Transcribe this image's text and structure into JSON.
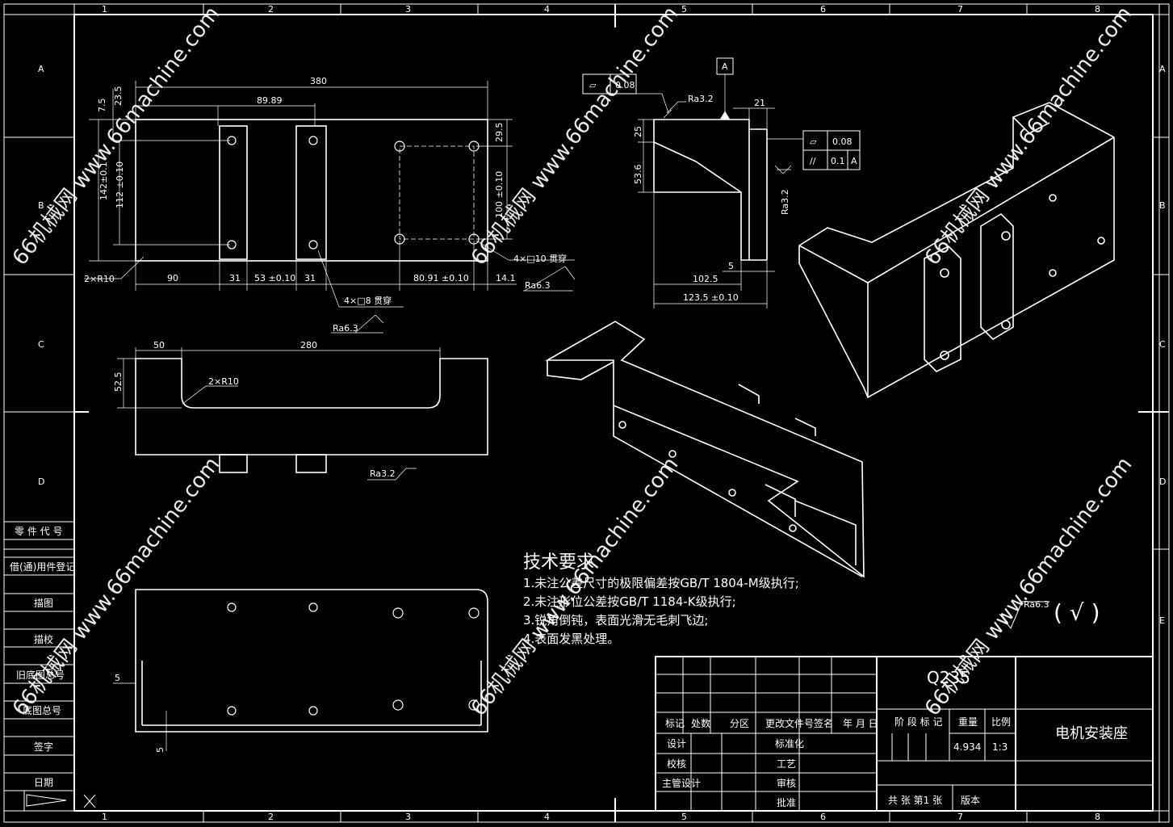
{
  "watermark": "66机械网 www.66machine.com",
  "zones": {
    "columns": [
      "1",
      "2",
      "3",
      "4",
      "5",
      "6",
      "7",
      "8"
    ],
    "rows": [
      "A",
      "B",
      "C",
      "D",
      "E"
    ]
  },
  "side_table": [
    "零 件 代 号",
    "借(通)用件登记",
    "描图",
    "描校",
    "旧底图总号",
    "底图总号",
    "签字",
    "日期"
  ],
  "views": {
    "top": {
      "dims": [
        "380",
        "89.89",
        "23.5",
        "7.5",
        "142±0.1",
        "112 ±0.10",
        "29.5",
        "100 ±0.10",
        "90",
        "31",
        "53 ±0.10",
        "31",
        "80.91 ±0.10",
        "14.1",
        "2×R10",
        "4×□10 贯穿",
        "4×□8 贯穿",
        "Ra6.3",
        "Ra6.3"
      ]
    },
    "side": {
      "datum": "A",
      "fcf_left": [
        "▱",
        "0.08"
      ],
      "fcf_right_1": [
        "▱",
        "0.08"
      ],
      "fcf_right_2": [
        "//",
        "0.1",
        "A"
      ],
      "dims": [
        "Ra3.2",
        "21",
        "25",
        "53.6",
        "Ra3.2",
        "5",
        "102.5",
        "123.5 ±0.10"
      ]
    },
    "front": {
      "dims": [
        "50",
        "280",
        "52.5",
        "2×R10",
        "Ra3.2"
      ]
    },
    "bottom": {
      "dims": [
        "5",
        "5"
      ]
    }
  },
  "tech": {
    "title": "技术要求",
    "lines": [
      "1.未注公差尺寸的极限偏差按GB/T 1804-M级执行;",
      "2.未注形位公差按GB/T 1184-K级执行;",
      "3.锐角倒钝，表面光滑无毛刺飞边;",
      "4.表面发黑处理。"
    ]
  },
  "roughness_default": "Ra6.3",
  "roughness_bracket": "( √ )",
  "title_block": {
    "material": "Q235",
    "part_name": "电机安装座",
    "header_row": [
      "标记",
      "处数",
      "分区",
      "更改文件号",
      "签名",
      "年 月 日"
    ],
    "stage_header": [
      "阶 段 标 记",
      "重量",
      "比例"
    ],
    "weight": "4.934",
    "scale": "1:3",
    "roles_left": [
      "设计",
      "校核",
      "主管设计"
    ],
    "roles_mid": [
      "标准化",
      "工艺",
      "审核",
      "批准"
    ],
    "sheet": "共  张 第1 张",
    "version": "版本"
  }
}
